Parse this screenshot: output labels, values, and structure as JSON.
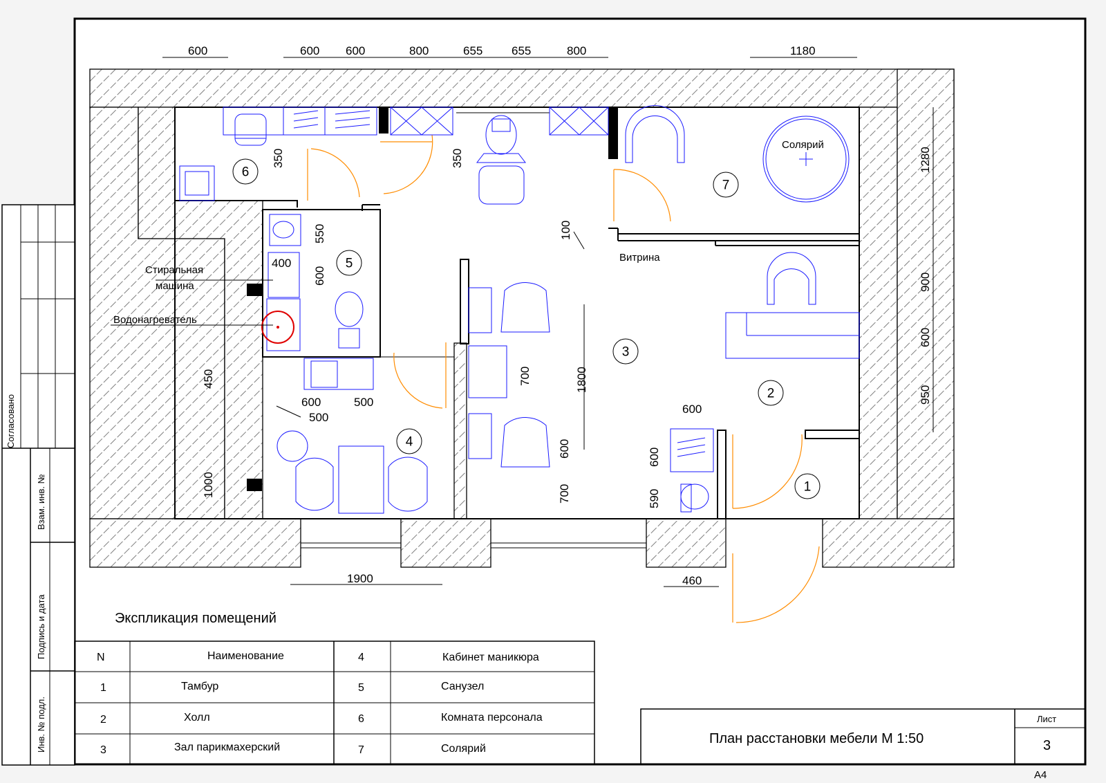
{
  "dimensions": {
    "top": [
      "600",
      "600",
      "600",
      "800",
      "655",
      "655",
      "800",
      "1180"
    ],
    "right": [
      "1280",
      "900",
      "600",
      "950"
    ],
    "inner": [
      "350",
      "350",
      "550",
      "400",
      "600",
      "450",
      "600",
      "500",
      "500",
      "700",
      "1800",
      "600",
      "700",
      "1000",
      "100",
      "600",
      "600",
      "590"
    ],
    "bottom": [
      "1900",
      "460"
    ]
  },
  "room_numbers": [
    "1",
    "2",
    "3",
    "4",
    "5",
    "6",
    "7"
  ],
  "labels": {
    "solarium": "Солярий",
    "vitrina": "Витрина",
    "washing_machine_line1": "Стиральная",
    "washing_machine_line2": "машина",
    "water_heater": "Водонагреватель"
  },
  "explication": {
    "title": "Экспликация помещений",
    "header_n": "N",
    "header_name": "Наименование",
    "rows": [
      {
        "n": "1",
        "name": "Тамбур"
      },
      {
        "n": "2",
        "name": "Холл"
      },
      {
        "n": "3",
        "name": "Зал парикмахерский"
      },
      {
        "n": "4",
        "name": "Кабинет маникюра"
      },
      {
        "n": "5",
        "name": "Санузел"
      },
      {
        "n": "6",
        "name": "Комната персонала"
      },
      {
        "n": "7",
        "name": "Солярий"
      }
    ]
  },
  "stamp": {
    "title": "План расстановки мебели М 1:50",
    "sheet_label": "Лист",
    "sheet_number": "3",
    "format": "А4"
  },
  "side_stamp": {
    "agreed": "Согласовано",
    "replace_inv": "Взам. инв. №",
    "sign_date": "Подпись и дата",
    "inv_orig": "Инв. № подл."
  },
  "colors": {
    "walls": "#000000",
    "furniture": "#1a1aff",
    "doors": "#ff8c00",
    "water_heater": "#e00000"
  }
}
